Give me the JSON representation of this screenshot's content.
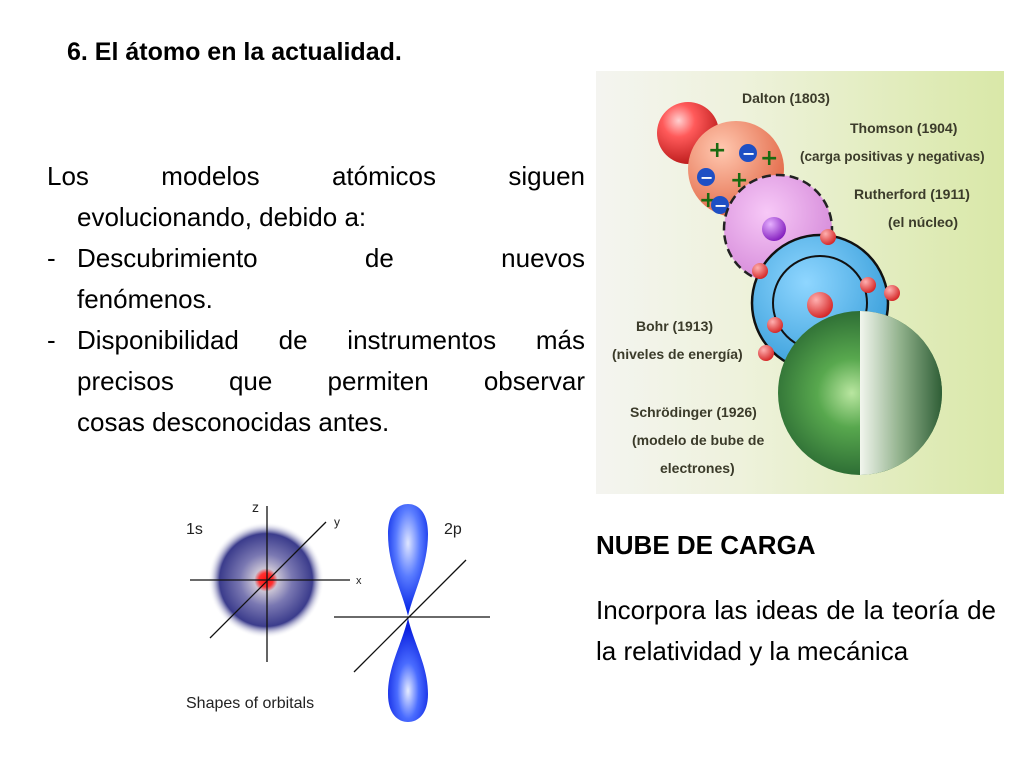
{
  "slide": {
    "title": "6. El átomo en la actualidad.",
    "intro_lead": "Los modelos atómicos siguen",
    "intro_cont": "evolucionando, debido a:",
    "bullets": [
      {
        "dash": "-",
        "first": "Descubrimiento de nuevos",
        "rest": "fenómenos."
      },
      {
        "dash": "-",
        "first": "Disponibilidad de instrumentos más",
        "rest": "precisos que permiten observar",
        "rest2": "cosas desconocidas antes."
      }
    ],
    "nube_title": "NUBE DE CARGA",
    "nube_text": "Incorpora las ideas de la teoría de la relatividad y la mecánica"
  },
  "evolution_figure": {
    "dalton": "Dalton (1803)",
    "thomson": "Thomson (1904)",
    "thomson_note": "(carga positivas y negativas)",
    "rutherford": "Rutherford (1911)",
    "rutherford_note": "(el núcleo)",
    "bohr": "Bohr (1913)",
    "bohr_note": "(niveles de energía)",
    "schrodinger": "Schrödinger (1926)",
    "schrodinger_note1": "(modelo de bube de",
    "schrodinger_note2": "electrones)",
    "plus": "+",
    "minus": "−"
  },
  "orbitals_figure": {
    "label_1s": "1s",
    "label_2p": "2p",
    "axis_z": "z",
    "axis_y": "y",
    "axis_x": "x",
    "caption": "Shapes of orbitals"
  },
  "colors": {
    "background": "#ffffff",
    "dalton_sphere": "#e83a3a",
    "thomson_sphere": "#f08a6a",
    "rutherford_sphere": "#e39ae6",
    "bohr_sphere": "#3aa9e0",
    "schrodinger_sphere": "#2f7d3f",
    "orbital_1s": "#3d3f8f",
    "orbital_2p": "#1a3dff",
    "label_text": "#3b3b2a"
  }
}
